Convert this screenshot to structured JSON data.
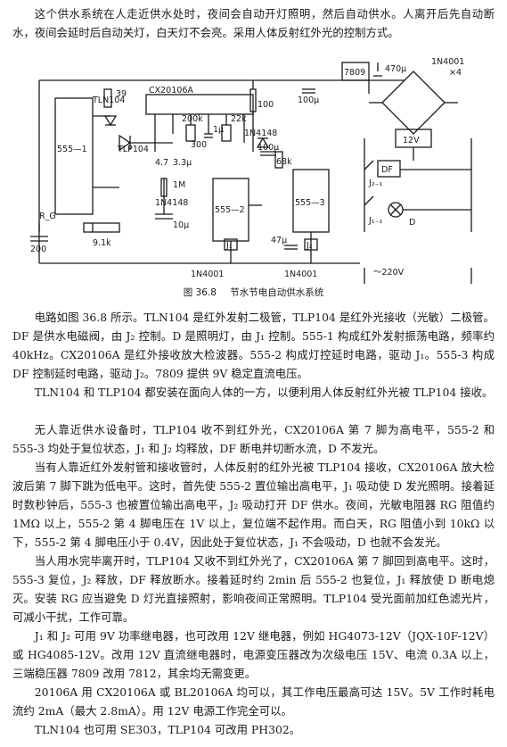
{
  "intro": "这个供水系统在人走近供水处时，夜间会自动开灯照明，然后自动供水。人离开后先自动断水，夜间会延时后自动关灯，白天灯不会亮。采用人体反射红外光的控制方式。",
  "figure": {
    "number": "图 36.8",
    "title": "节水节电自动供水系统",
    "labels": {
      "ic_main": "CX20106A",
      "ic_555_1": "555—1",
      "ic_555_2": "555—2",
      "ic_555_3": "555—3",
      "reg": "7809",
      "tln": "TLN104",
      "tlp": "TLP104",
      "r39": "39",
      "r200k": "200k",
      "r22k": "22k",
      "r300": "300",
      "c1u": "1μ",
      "c47": "4.7",
      "c33": "3.3μ",
      "c100u": "100μ",
      "r100": "100",
      "d1n4148_a": "1N4148",
      "d1n4148_b": "1N4148",
      "r1m": "1M",
      "c10u": "10μ",
      "r68k": "68k",
      "r91k": "9.1k",
      "c200": "200",
      "j1": "J₁",
      "j2": "J₂",
      "c47u": "47μ",
      "d1n4001_a": "1N4001",
      "d1n4001_b": "1N4001",
      "c470u": "470μ",
      "c100u_b": "100μ",
      "d_bridge": "1N4001",
      "bridge_x4": "×4",
      "v12": "12V",
      "df": "DF",
      "j2_1": "J₂₋₁",
      "j1_1": "J₁₋₁",
      "lamp": "D",
      "rg": "R_G",
      "ac": "～220V"
    }
  },
  "paragraphs": [
    "电路如图 36.8 所示。TLN104 是红外发射二极管，TLP104 是红外光接收（光敏）二极管。DF 是供水电磁阀，由 J₂ 控制。D 是照明灯，由 J₁ 控制。555-1 构成红外发射振荡电路，频率约 40kHz。CX20106A 是红外接收放大检波器。555-2 构成灯控延时电路，驱动 J₁。555-3 构成 DF 控制延时电路，驱动 J₂。7809 提供 9V 稳定直流电压。",
    "TLN104 和 TLP104 都安装在面向人体的一方，以便利用人体反射红外光被 TLP104 接收。",
    "无人靠近供水设备时，TLP104 收不到红外光，CX20106A 第 7 脚为高电平，555-2 和 555-3 均处于复位状态，J₁ 和 J₂ 均释放，DF 断电并切断水流，D 不发光。",
    "当有人靠近红外发射管和接收管时，人体反射的红外光被 TLP104 接收，CX20106A 放大检波后第 7 脚下跳为低电平。这时，首先使 555-2 置位输出高电平，J₁ 吸动使 D 发光照明。接着延时数秒钟后，555-3 也被置位输出高电平，J₂ 吸动打开 DF 供水。夜间，光敏电阻器 RG 阻值约 1MΩ 以上，555-2 第 4 脚电压在 1V 以上，复位端不起作用。而白天，RG 阻值小到 10kΩ 以下，555-2 第 4 脚电压小于 0.4V，因此处于复位状态，J₁ 不会吸动，D 也就不会发光。",
    "当人用水完毕离开时，TLP104 又收不到红外光了，CX20106A 第 7 脚回到高电平。这时，555-3 复位，J₂ 释放，DF 释放断水。接着延时约 2min 后 555-2 也复位，J₁ 释放使 D 断电熄灭。",
    "安装 RG 应当避免 D 灯光直接照射，影响夜间正常照明。TLP104 受光面前加红色滤光片，可减小干扰，工作可靠。",
    "J₁ 和 J₂ 可用 9V 功率继电器，也可改用 12V 继电器，例如 HG4073-12V（JQX-10F-12V）或 HG4085-12V。改用 12V 直流继电器时，电源变压器改为次级电压 15V、电流 0.3A 以上，三端稳压器 7809 改用 7812，其余均无需变更。",
    "20106A 用 CX20106A 或 BL20106A 均可以，其工作电压最高可达 15V。5V 工作时耗电流约 2mA（最大 2.8mA）。用 12V 电源工作完全可以。",
    "TLN104 也可用 SE303，TLP104 可改用 PH302。"
  ]
}
